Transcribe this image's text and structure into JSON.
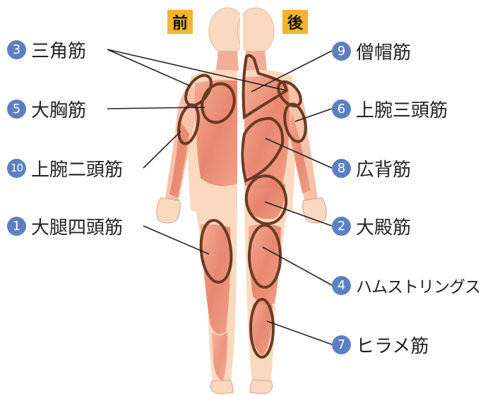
{
  "views": {
    "front": "前",
    "back": "後"
  },
  "muscles": [
    {
      "num": "3",
      "name": "三角筋"
    },
    {
      "num": "5",
      "name": "大胸筋"
    },
    {
      "num": "10",
      "name": "上腕二頭筋"
    },
    {
      "num": "1",
      "name": "大腿四頭筋"
    },
    {
      "num": "9",
      "name": "僧帽筋"
    },
    {
      "num": "6",
      "name": "上腕三頭筋"
    },
    {
      "num": "8",
      "name": "広背筋"
    },
    {
      "num": "2",
      "name": "大殿筋"
    },
    {
      "num": "4",
      "name": "ハムストリングス"
    },
    {
      "num": "7",
      "name": "ヒラメ筋"
    }
  ],
  "colors": {
    "badge": "#5d7fc2",
    "tag": "#f1b42b",
    "skin": "#fbd9c1",
    "muscle": "#e8826e",
    "outline": "#6b3a22"
  }
}
